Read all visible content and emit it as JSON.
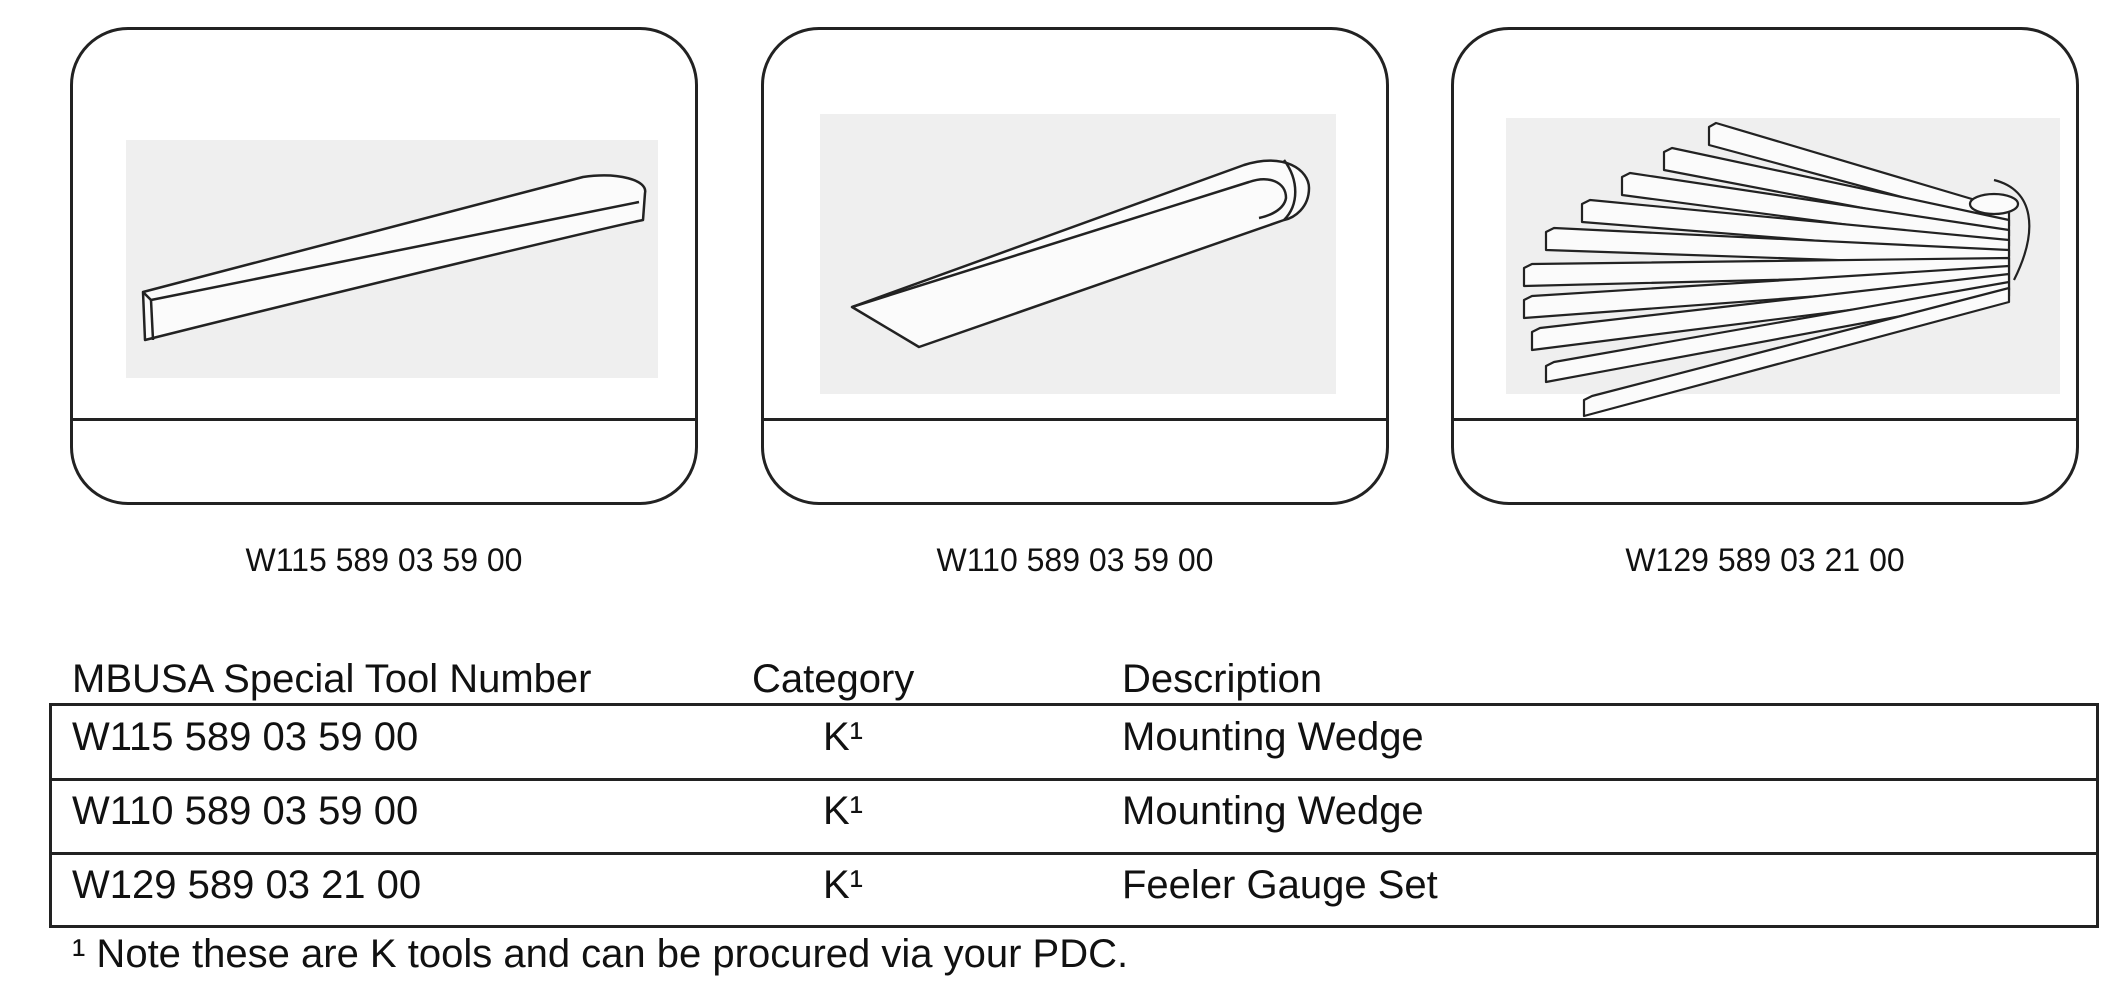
{
  "cards": [
    {
      "caption": "W115 589 03 59 00",
      "icon": "mounting-wedge-drawing"
    },
    {
      "caption": "W110 589 03 59 00",
      "icon": "mounting-wedge-drawing"
    },
    {
      "caption": "W129 589 03 21 00",
      "icon": "feeler-gauge-set-drawing"
    }
  ],
  "table": {
    "headers": {
      "tool_number": "MBUSA Special Tool Number",
      "category": "Category",
      "description": "Description"
    },
    "rows": [
      {
        "tool_number": "W115 589 03 59 00",
        "category": "K¹",
        "description": "Mounting Wedge"
      },
      {
        "tool_number": "W110 589 03 59 00",
        "category": "K¹",
        "description": "Mounting Wedge"
      },
      {
        "tool_number": "W129 589 03 21 00",
        "category": "K¹",
        "description": "Feeler Gauge Set"
      }
    ]
  },
  "footnote": "¹ Note these are K tools and can be procured via your PDC."
}
